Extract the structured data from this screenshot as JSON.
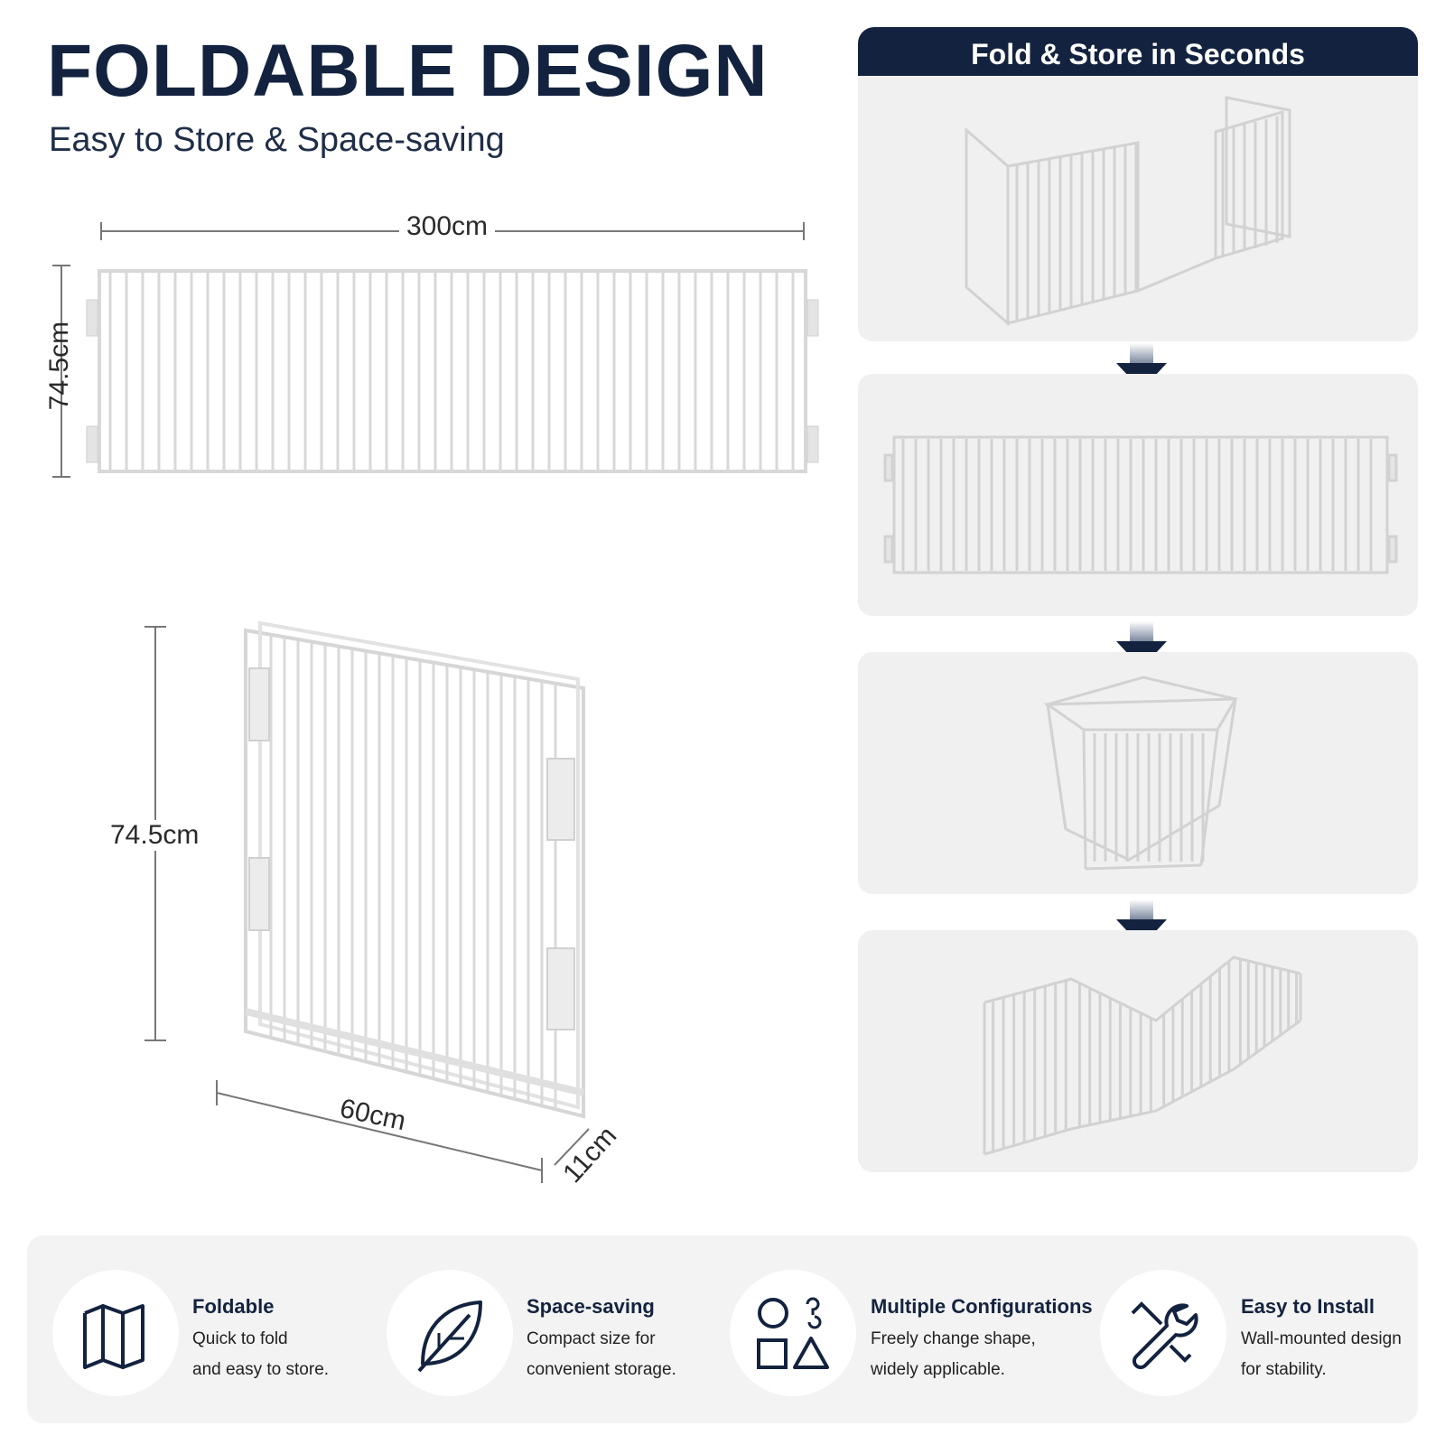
{
  "header": {
    "title": "FOLDABLE DESIGN",
    "subtitle": "Easy to Store & Space-saving"
  },
  "dimensions": {
    "width_full": "300cm",
    "height_full": "74.5cm",
    "height_folded": "74.5cm",
    "width_folded": "60cm",
    "depth_folded": "11cm"
  },
  "steps_panel": {
    "title": "Fold & Store in Seconds"
  },
  "features": [
    {
      "icon": "folded-map-icon",
      "title": "Foldable",
      "line1": "Quick to fold",
      "line2": "and easy to store."
    },
    {
      "icon": "leaf-icon",
      "title": "Space-saving",
      "line1": "Compact size for",
      "line2": "convenient storage."
    },
    {
      "icon": "shapes-icon",
      "title": "Multiple Configurations",
      "line1": "Freely change shape,",
      "line2": "widely applicable."
    },
    {
      "icon": "wrench-icon",
      "title": "Easy to Install",
      "line1": "Wall-mounted design",
      "line2": "for stability."
    }
  ],
  "colors": {
    "navy": "#13233f",
    "panel_bg": "#f0f0f0",
    "fence": "#d9d9d9"
  }
}
